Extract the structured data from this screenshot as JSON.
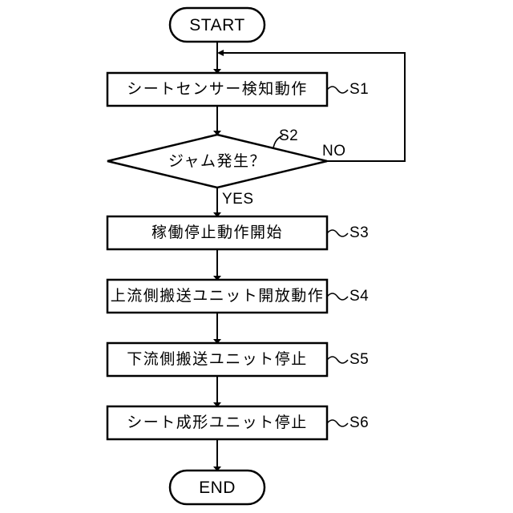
{
  "diagram": {
    "title": "",
    "background": "#ffffff",
    "stroke_color": "#000000",
    "text_color": "#000000",
    "start": {
      "label": "START"
    },
    "end": {
      "label": "END"
    },
    "steps": [
      {
        "id": "S1",
        "label": "シートセンサー検知動作",
        "tag": "S1"
      },
      {
        "id": "S2",
        "label": "ジャム発生？",
        "tag": "S2"
      },
      {
        "id": "S3",
        "label": "稼働停止動作開始",
        "tag": "S3"
      },
      {
        "id": "S4",
        "label": "上流側搬送ユニット開放動作",
        "tag": "S4"
      },
      {
        "id": "S5",
        "label": "下流側搬送ユニット停止",
        "tag": "S5"
      },
      {
        "id": "S6",
        "label": "シート成形ユニット停止",
        "tag": "S6"
      }
    ],
    "branches": {
      "yes": "YES",
      "no": "NO"
    }
  }
}
